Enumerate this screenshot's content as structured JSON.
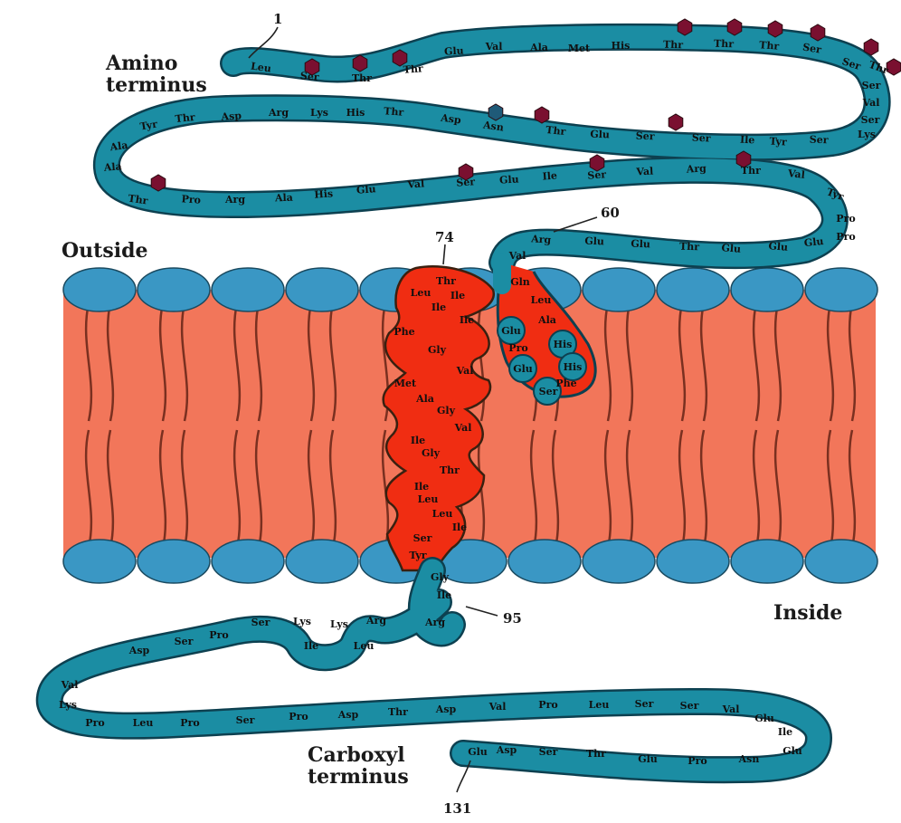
{
  "labels": {
    "amino": "Amino\nterminus",
    "outside": "Outside",
    "inside": "Inside",
    "carboxyl": "Carboxyl\nterminus",
    "n1": "1",
    "n60": "60",
    "n74": "74",
    "n95": "95",
    "n131": "131"
  },
  "colors": {
    "chain": "#1b8da3",
    "chain_outline": "#0d4050",
    "helix": "#f02d12",
    "membrane": "#f2765a",
    "head": "#3a97c4",
    "sugar": "#7a1030",
    "sugar_blue": "#1f5a78"
  },
  "residues": {
    "seg1": [
      "Leu",
      "Ser",
      "Thr",
      "Thr",
      "Glu",
      "Val",
      "Ala",
      "Met",
      "His",
      "Thr",
      "Thr",
      "Thr",
      "Ser",
      "Ser",
      "Thr"
    ],
    "seg2": [
      "Ser",
      "Val",
      "Ser",
      "Lys",
      "Ser",
      "Tyr",
      "Ile",
      "Ser",
      "Ser",
      "Glu",
      "Thr",
      "Asn",
      "Asp",
      "Thr",
      "His",
      "Lys",
      "Arg",
      "Asp",
      "Thr",
      "Tyr",
      "Ala",
      "Ala"
    ],
    "seg3": [
      "Thr",
      "Pro",
      "Arg",
      "Ala",
      "His",
      "Glu",
      "Val",
      "Ser",
      "Glu",
      "Ile",
      "Ser",
      "Val",
      "Arg",
      "Thr",
      "Val",
      "Tyr",
      "Pro",
      "Pro",
      "Glu"
    ],
    "seg4": [
      "Glu",
      "Glu",
      "Thr",
      "Glu",
      "Glu",
      "Arg",
      "Val"
    ],
    "stub": [
      "Gln",
      "Leu",
      "Ala",
      "His",
      "His",
      "Phe",
      "Glu",
      "Pro",
      "Glu",
      "Ser"
    ],
    "helix": [
      "Thr",
      "Leu",
      "Ile",
      "Ile",
      "Ile",
      "Phe",
      "Gly",
      "Val",
      "Met",
      "Ala",
      "Gly",
      "Val",
      "Ile",
      "Gly",
      "Thr",
      "Ile",
      "Leu",
      "Leu",
      "Ile",
      "Ser",
      "Tyr"
    ],
    "seg5": [
      "Gly",
      "Ile",
      "Arg",
      "Arg",
      "Lys",
      "Lys",
      "Ser",
      "Pro",
      "Ser",
      "Asp",
      "Ile",
      "Leu"
    ],
    "seg6": [
      "Val",
      "Lys",
      "Pro",
      "Leu",
      "Pro",
      "Ser",
      "Pro",
      "Asp",
      "Thr",
      "Asp",
      "Val",
      "Pro",
      "Leu",
      "Ser",
      "Ser",
      "Val",
      "Glu",
      "Ile",
      "Glu",
      "Asn",
      "Pro",
      "Glu",
      "Thr",
      "Ser",
      "Asp",
      "Glu"
    ]
  }
}
